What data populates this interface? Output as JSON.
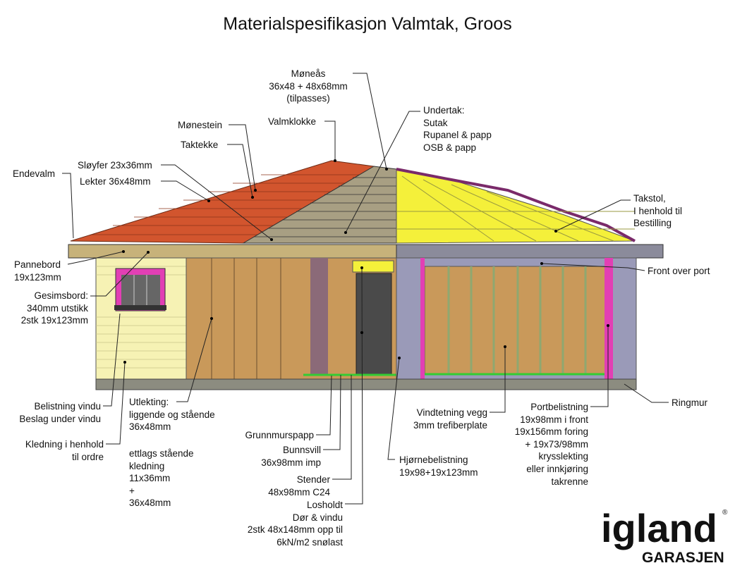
{
  "title": "Materialspesifikasjon Valmtak, Groos",
  "labels": {
    "moneas": [
      "Møneås",
      "36x48 + 48x68mm",
      "(tilpasses)"
    ],
    "valmklokke": [
      "Valmklokke"
    ],
    "undertak": [
      "Undertak:",
      "Sutak",
      "Rupanel & papp",
      "OSB & papp"
    ],
    "monestein": [
      "Mønestein"
    ],
    "taktekke": [
      "Taktekke"
    ],
    "endevalm": [
      "Endevalm"
    ],
    "sloyfer": [
      "Sløyfer 23x36mm"
    ],
    "lekter": [
      "Lekter 36x48mm"
    ],
    "takstol": [
      "Takstol,",
      "I henhold til",
      "Bestilling"
    ],
    "pannebord": [
      "Pannebord",
      "19x123mm"
    ],
    "front_over_port": [
      "Front over port"
    ],
    "gesimsbord": [
      "Gesimsbord:",
      "340mm utstikk",
      "2stk 19x123mm"
    ],
    "belistning_vindu": [
      "Belistning vindu",
      "Beslag under vindu"
    ],
    "kledning": [
      "Kledning i henhold",
      "til ordre"
    ],
    "utlekting": [
      "Utlekting:",
      "liggende og stående",
      "36x48mm"
    ],
    "ettlags": [
      "ettlags stående",
      "kledning",
      "11x36mm",
      "+",
      "36x48mm"
    ],
    "grunnmurspapp": [
      "Grunnmurspapp"
    ],
    "bunnsvill": [
      "Bunnsvill",
      "36x98mm imp"
    ],
    "stender": [
      "Stender",
      "48x98mm C24"
    ],
    "losholdt": [
      "Losholdt",
      "Dør & vindu",
      "2stk 48x148mm opp til",
      "6kN/m2 snølast"
    ],
    "vindtetning": [
      "Vindtetning vegg",
      "3mm trefiberplate"
    ],
    "hjornebelistning": [
      "Hjørnebelistning",
      "19x98+19x123mm"
    ],
    "portbelistning": [
      "Portbelistning",
      "19x98mm i front",
      "19x156mm foring",
      "+ 19x73/98mm",
      "krysslekting",
      "eller innkjøring",
      "takrenne"
    ],
    "ringmur": [
      "Ringmur"
    ]
  },
  "logo": {
    "main": "igland",
    "sub": "GARASJEN",
    "reg": "®"
  },
  "colors": {
    "tile": "#d2552e",
    "lath": "#a89f83",
    "truss": "#f4f03a",
    "fascia_left": "#c7b27a",
    "fascia_right": "#8b8b9b",
    "cladding_left": "#f6f2b4",
    "stud": "#c9995a",
    "wall_right": "#9a9ab8",
    "foundation": "#8c8c80",
    "trim": "#e23fb4"
  }
}
